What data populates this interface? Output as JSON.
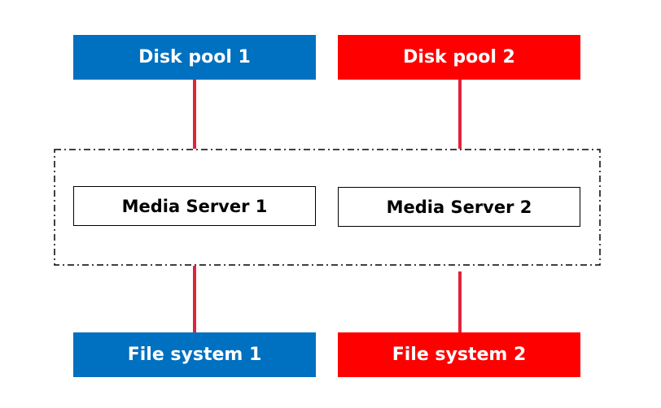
{
  "colors": {
    "blue": "#0070c0",
    "red": "#ff0000",
    "connector": "#e0243c",
    "frame": "#000000"
  },
  "disk_pools": [
    {
      "label": "Disk pool 1"
    },
    {
      "label": "Disk pool 2"
    }
  ],
  "media_servers": [
    {
      "label": "Media Server 1"
    },
    {
      "label": "Media Server 2"
    }
  ],
  "file_systems": [
    {
      "label": "File system 1"
    },
    {
      "label": "File system 2"
    }
  ]
}
